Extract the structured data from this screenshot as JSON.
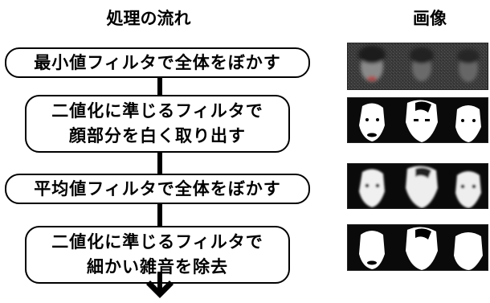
{
  "headings": {
    "process": "処理の流れ",
    "image": "画像"
  },
  "steps": [
    {
      "lines": [
        "最小値フィルタで全体をぼかす"
      ]
    },
    {
      "lines": [
        "二値化に準じるフィルタで",
        "顔部分を白く取り出す"
      ]
    },
    {
      "lines": [
        "平均値フィルタで全体をぼかす"
      ]
    },
    {
      "lines": [
        "二値化に準じるフィルタで",
        "細かい雑音を除去"
      ]
    }
  ],
  "icons": {
    "continue": "down-arrow-icon"
  },
  "colors": {
    "text": "#000000",
    "background": "#ffffff",
    "thumbnail_background": "#0a0a0a",
    "face_white": "#ffffff",
    "blur_gray": "#6a6a6a"
  }
}
